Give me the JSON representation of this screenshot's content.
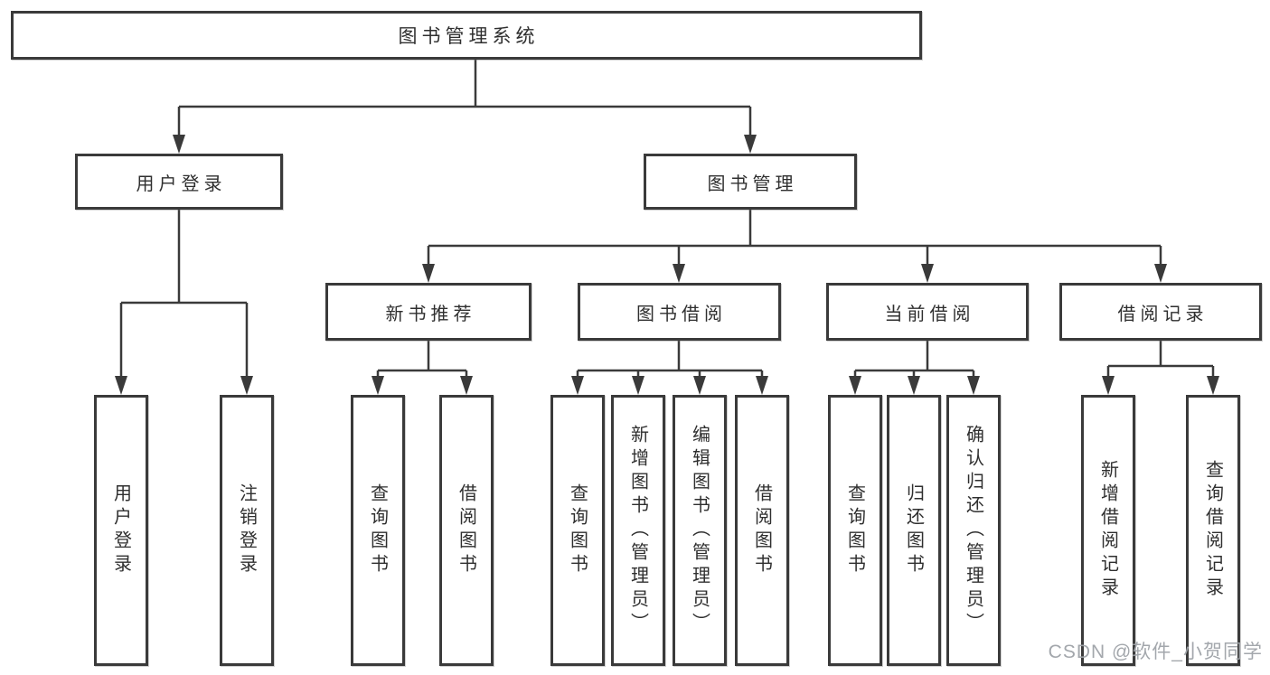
{
  "tree": {
    "label": "图书管理系统",
    "children": [
      {
        "label": "用户登录",
        "children": [
          {
            "label": "用户登录"
          },
          {
            "label": "注销登录"
          }
        ]
      },
      {
        "label": "图书管理",
        "children": [
          {
            "label": "新书推荐",
            "children": [
              {
                "label": "查询图书"
              },
              {
                "label": "借阅图书"
              }
            ]
          },
          {
            "label": "图书借阅",
            "children": [
              {
                "label": "查询图书"
              },
              {
                "label": "新增图书（管理员）"
              },
              {
                "label": "编辑图书（管理员）"
              },
              {
                "label": "借阅图书"
              }
            ]
          },
          {
            "label": "当前借阅",
            "children": [
              {
                "label": "查询图书"
              },
              {
                "label": "归还图书"
              },
              {
                "label": "确认归还（管理员）"
              }
            ]
          },
          {
            "label": "借阅记录",
            "children": [
              {
                "label": "新增借阅记录"
              },
              {
                "label": "查询借阅记录"
              }
            ]
          }
        ]
      }
    ]
  },
  "watermark": "CSDN @软件_小贺同学",
  "colors": {
    "line": "#3a3a3a",
    "text": "#2f2f2f",
    "background": "#ffffff",
    "watermark": "#9ea2a8"
  }
}
